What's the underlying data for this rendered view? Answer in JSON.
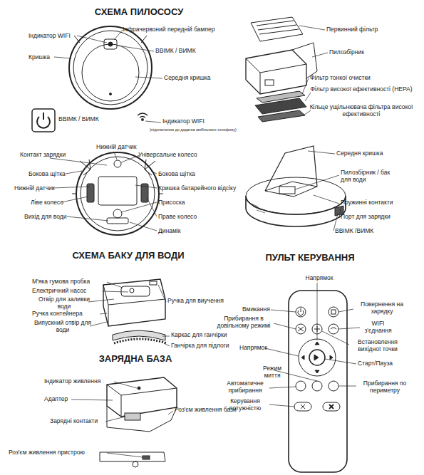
{
  "diagram": {
    "title": "СХЕМА ПИЛОСОСУ",
    "labels": [
      "Індикатор WIFI",
      "Інфрачервоний передній бампер",
      "Кришка",
      "ВВІМК / ВИМК",
      "Середня кришка",
      "Первинний фільтр",
      "Пилозбірник",
      "Фільтр тонкої очистки",
      "Фільтр високої ефективності (HEPA)",
      "Кільце ущільнювача фільтра високої ефективності",
      "ВВІМК / ВИМК",
      "Індикатор WIFI",
      "(підключення до додатка мобільного телефону)",
      "Контакт зарядки",
      "Нижній датчик",
      "Універсальне колесо",
      "Бокова щітка",
      "Бокова щітка",
      "Нижній датчик",
      "Кришка батарейного відсіку",
      "Ліве колесо",
      "Присоска",
      "Вихід для води",
      "Праве колесо",
      "Динамік",
      "Середня кришка",
      "Пилозбірник / бак для води",
      "Пружинні контакти",
      "Порт для зарядки",
      "ВВІМК /ВИМК",
      "СХЕМА БАКУ ДЛЯ ВОДИ",
      "М'яка гумова пробка",
      "Електричний насос",
      "Отвір для заливки води",
      "Ручка контейнера",
      "Випускний отвір для води",
      "Ручка для виучення",
      "Каркас для ганчірки",
      "Ганчірка для підлоги",
      "ЗАРЯДНА БАЗА",
      "Індикатор живлення",
      "Адаптер",
      "Зарядні контакти",
      "Роз'єм живлення бази",
      "Роз'єм живлення пристрою",
      "ПУЛЬТ КЕРУВАННЯ",
      "Напрямок",
      "Вмикання",
      "Повернення на зарядку",
      "Прибирання в довільному режимі",
      "WIFI з'єднання",
      "Встановлення вихідної точки",
      "Напрямок",
      "Старт/Пауза",
      "Режим миття",
      "Автоматичне прибирання",
      "Прибирання по периметру",
      "Керування потужністю"
    ]
  }
}
